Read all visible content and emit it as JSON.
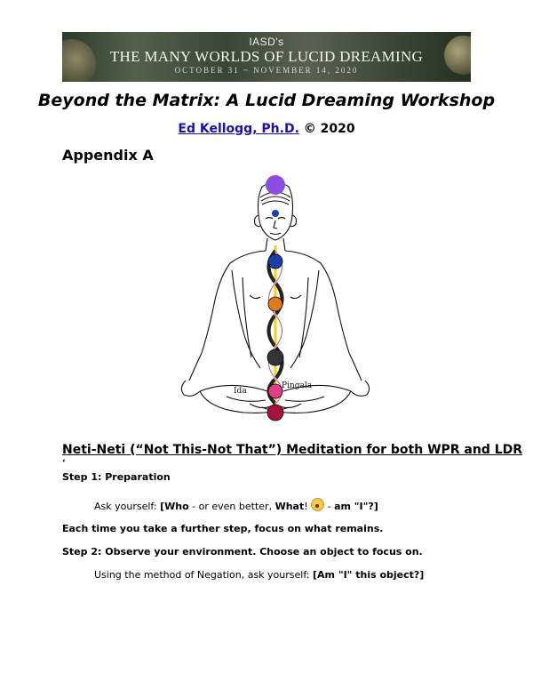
{
  "banner": {
    "line1": "IASD's",
    "line2": "THE MANY WORLDS OF LUCID DREAMING",
    "line3": "OCTOBER 31 ~ NOVEMBER 14, 2020"
  },
  "title": "Beyond the Matrix: A Lucid Dreaming Workshop",
  "author": {
    "name": "Ed Kellogg, Ph.D.",
    "copyright": " © 2020"
  },
  "appendix": "Appendix A",
  "figure": {
    "label_left": "Ida",
    "label_right": "Pingala"
  },
  "section_title": "Neti-Neti (“Not This-Not That”) Meditation for both WPR and LDR",
  "stray_mark": "‘",
  "step1": "Step 1: Preparation",
  "ask1": {
    "prefix": "Ask yourself: ",
    "b1": "[Who",
    "mid": " - or even better, ",
    "b2": "What",
    "mid2": "! ",
    "mid3": " - ",
    "b3": "am \"I\"?]"
  },
  "each_time": "Each time you take a further step, focus on what remains.",
  "step2": "Step 2: Observe your environment. Choose an object to focus on.",
  "ask2": {
    "prefix": "Using the method of Negation, ask yourself: ",
    "bold": "[Am \"I\" this object?]"
  },
  "colors": {
    "link": "#1a0dbb",
    "crown_chakra": "#8a4fe0",
    "throat_chakra": "#1d3fa8",
    "heart_chakra": "#e07a1a",
    "solar_chakra": "#333333",
    "sacral_chakra": "#e0408a",
    "root_chakra": "#a8123a",
    "ida_channel": "#ffffff",
    "pingala_channel": "#2a2a2a",
    "sushumna": "#f0d21a"
  }
}
